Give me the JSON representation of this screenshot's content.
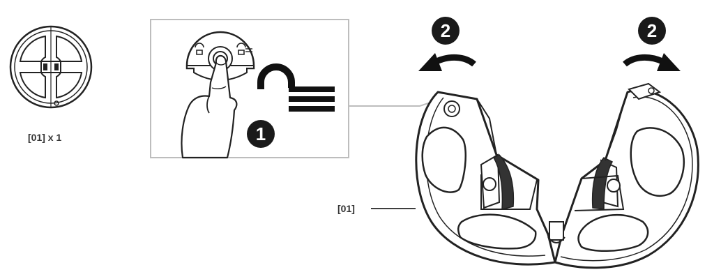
{
  "parts": {
    "part_count_label": "[01] x 1",
    "callout_label": "[01]"
  },
  "steps": {
    "step1": "1",
    "step2_left": "2",
    "step2_right": "2"
  },
  "icons": [
    "reel-part-icon",
    "push-button-icon",
    "unlock-icon",
    "rotate-arrow-icon"
  ],
  "colors": {
    "line": "#222222",
    "frame": "#bdbdbd",
    "badge": "#1a1a1a"
  }
}
